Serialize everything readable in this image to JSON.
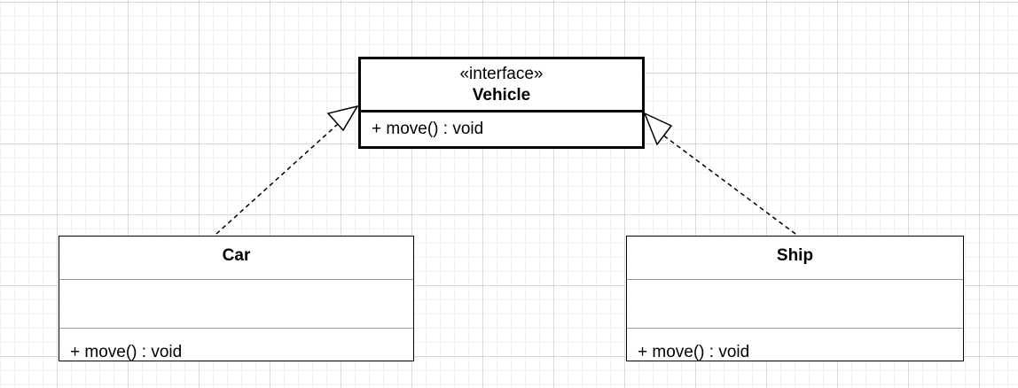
{
  "diagram": {
    "interface": {
      "stereotype": "«interface»",
      "name": "Vehicle",
      "operations": [
        "+ move() : void"
      ]
    },
    "classes": [
      {
        "id": "car",
        "name": "Car",
        "attributes": [],
        "operations": [
          "+ move() : void"
        ]
      },
      {
        "id": "ship",
        "name": "Ship",
        "attributes": [],
        "operations": [
          "+ move() : void"
        ]
      }
    ],
    "relations": [
      {
        "type": "realization",
        "from": "Car",
        "to": "Vehicle",
        "line_style": "dashed",
        "arrowhead": "hollow-triangle"
      },
      {
        "type": "realization",
        "from": "Ship",
        "to": "Vehicle",
        "line_style": "dashed",
        "arrowhead": "hollow-triangle"
      }
    ],
    "colors": {
      "stroke": "#000000",
      "fill": "#ffffff",
      "compartment_divider": "#999999",
      "grid": "#d8d8d8"
    }
  }
}
